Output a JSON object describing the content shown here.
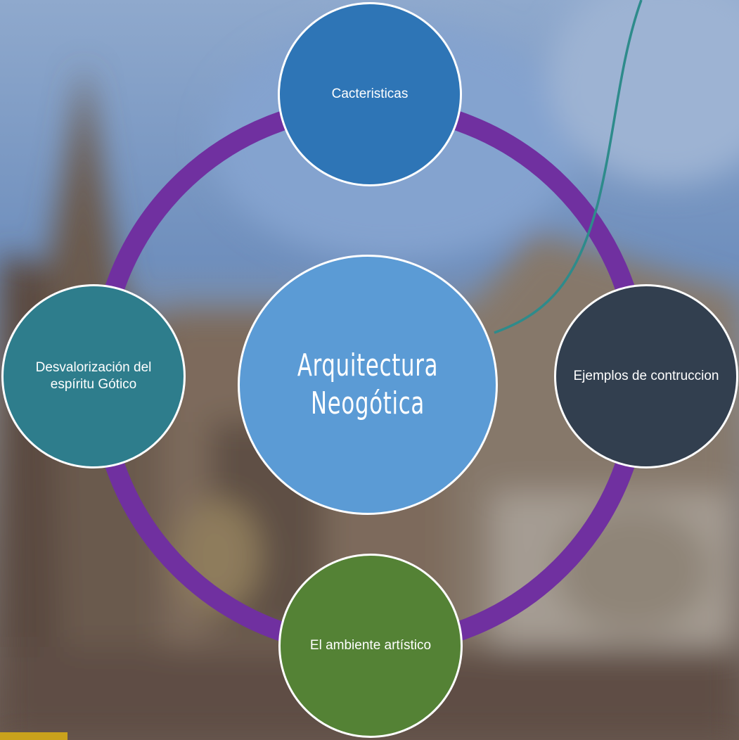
{
  "diagram": {
    "center": {
      "label": "Arquitectura Neogótica",
      "fill": "#5b9bd5"
    },
    "nodes": [
      {
        "id": "top",
        "label": "Cacteristicas",
        "fill": "#2e75b6"
      },
      {
        "id": "right",
        "label": "Ejemplos de contruccion",
        "fill": "#323f4f"
      },
      {
        "id": "bottom",
        "label": "El ambiente artístico",
        "fill": "#548235"
      },
      {
        "id": "left",
        "label": "Desvalorización del espíritu Gótico",
        "fill": "#2e7d8c"
      }
    ],
    "ring_color": "#7030a0",
    "connector_color": "#2e8b8b",
    "node_border_color": "#ffffff"
  }
}
